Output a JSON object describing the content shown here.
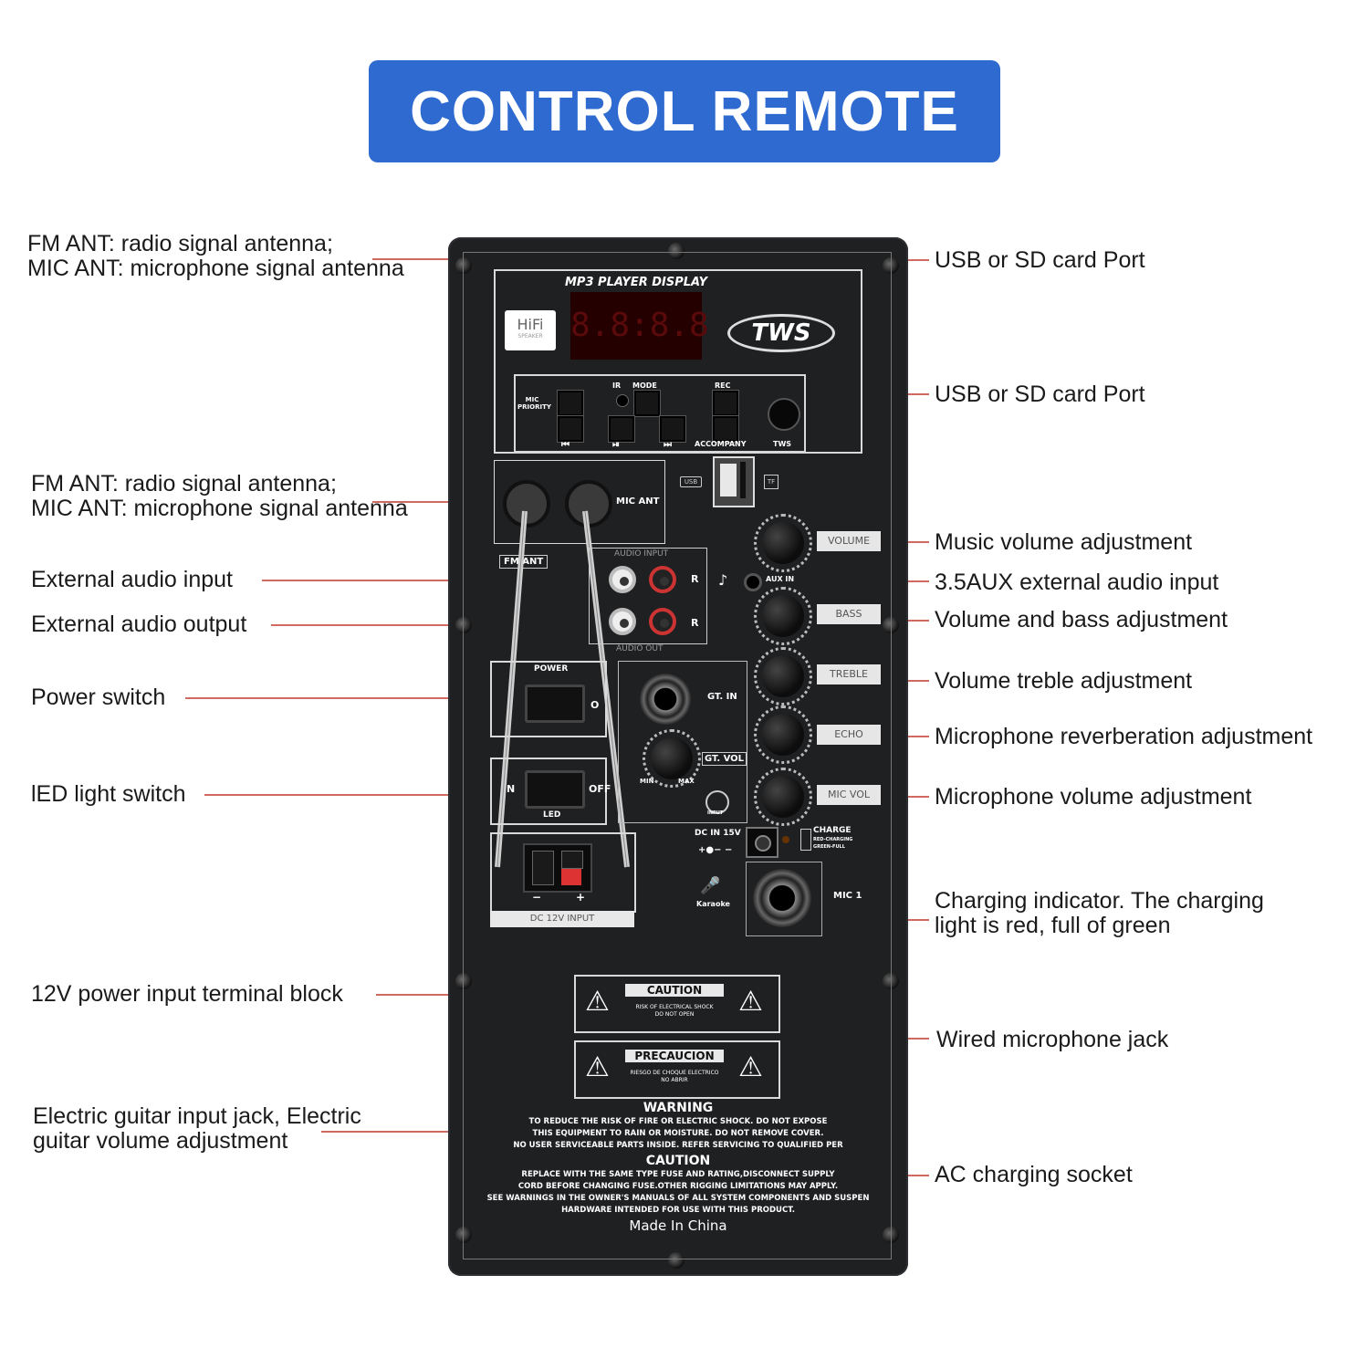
{
  "banner": {
    "title": "CONTROL REMOTE",
    "color": "#2f6ad0"
  },
  "callouts_left": {
    "fm_mic_ant_top": [
      "FM ANT: radio signal antenna;",
      "MIC ANT: microphone signal antenna"
    ],
    "fm_mic_ant_mid": [
      "FM ANT: radio signal antenna;",
      "MIC ANT: microphone signal antenna"
    ],
    "ext_audio_input": "External audio input",
    "ext_audio_output": "External audio output",
    "power_switch": "Power switch",
    "led_switch": "lED light switch",
    "power_terminal": "12V power input terminal block",
    "guitar": [
      "Electric guitar input jack, Electric",
      "guitar volume adjustment"
    ]
  },
  "callouts_right": {
    "usb_sd_1": "USB or SD card Port",
    "usb_sd_2": "USB or SD card Port",
    "music_volume": "Music volume adjustment",
    "aux_input": "3.5AUX external audio input",
    "bass": "Volume and bass adjustment",
    "treble": "Volume treble adjustment",
    "echo": "Microphone reverberation adjustment",
    "mic_volume": "Microphone volume adjustment",
    "charging": [
      "Charging indicator. The charging",
      "light is red, full of green"
    ],
    "mic_jack": "Wired microphone jack",
    "ac_socket": "AC charging socket"
  },
  "panel": {
    "display_title": "MP3 PLAYER DISPLAY",
    "display_digits": "8.8:8.8",
    "hifi": "HiFi",
    "hifi_sub": "SPEAKER",
    "brand": "TWS",
    "buttons": {
      "mic_priority": "MIC PRIORITY",
      "ir": "IR",
      "mode": "MODE",
      "rec": "REC",
      "accompany": "ACCOMPANY",
      "tws": "TWS",
      "prev": "⏮",
      "play": "⏯",
      "next": "⏭"
    },
    "usb_label": "USB",
    "tf_label": "TF",
    "fm_ant": "FM ANT",
    "mic_ant": "MIC ANT",
    "audio_input": "AUDIO INPUT",
    "audio_out": "AUDIO OUT",
    "r": "R",
    "aux_in": "AUX IN",
    "knobs": [
      "VOLUME",
      "BASS",
      "TREBLE",
      "ECHO",
      "MIC VOL"
    ],
    "min": "MIN",
    "max": "MAX",
    "power": "POWER",
    "off_mark": "O",
    "n_mark": "N",
    "off": "OFF",
    "led": "LED",
    "gt_in": "GT. IN",
    "gt_vol": "GT. VOL",
    "input_icon_label": "INPUT",
    "dc_in": "DC IN 15V",
    "charge": "CHARGE",
    "red_charging": "RED-CHARGING",
    "green_full": "GREEN-FULL",
    "karaoke": "Karaoke",
    "mic1": "MIC 1",
    "dc12": "DC 12V INPUT",
    "minus": "−",
    "plus": "+",
    "caution_title": "CAUTION",
    "caution_sub1": "RISK OF ELECTRICAL SHOCK",
    "caution_sub2": "DO NOT OPEN",
    "precaucion_title": "PRECAUCION",
    "precaucion_sub1": "RIESGO DE CHOQUE ELECTRICO",
    "precaucion_sub2": "NO ABRIR",
    "warning_title": "WARNING",
    "warning_lines": [
      "TO REDUCE THE RISK OF FIRE OR ELECTRIC SHOCK. DO NOT EXPOSE",
      "THIS EQUIPMENT TO RAIN OR MOISTURE. DO NOT REMOVE COVER.",
      "NO USER SERVICEABLE PARTS INSIDE. REFER SERVICING TO QUALIFIED PER"
    ],
    "caution2_title": "CAUTION",
    "caution2_lines": [
      "REPLACE WITH THE SAME TYPE  FUSE AND RATING,DISCONNECT SUPPLY",
      "CORD BEFORE CHANGING FUSE.OTHER RIGGING LIMITATIONS MAY APPLY.",
      "SEE WARNINGS  IN THE OWNER'S MANUALS OF ALL SYSTEM COMPONENTS AND SUSPEN",
      "HARDWARE INTENDED FOR USE WITH THIS PRODUCT."
    ],
    "made_in": "Made In China"
  },
  "colors": {
    "leader": "#c0392b",
    "panel": "#1f2022",
    "banner": "#2f6ad0"
  }
}
